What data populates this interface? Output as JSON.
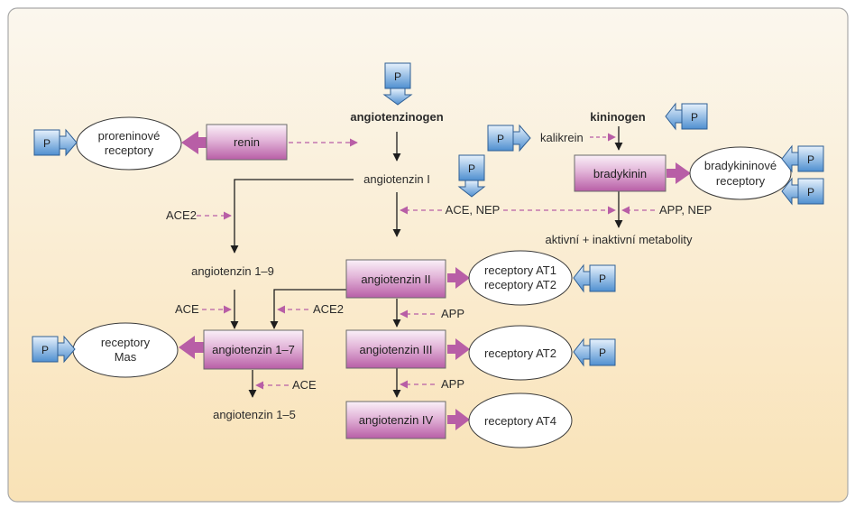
{
  "panel": {
    "background_top": "#fbf7ee",
    "background_bottom": "#f9e2b6",
    "border_color": "#a9a9a9"
  },
  "colors": {
    "enzyme_box_top": "#faf0f8",
    "enzyme_box_bottom": "#b85ea6",
    "dashed_arrow": "#b85ea6",
    "solid_arrow": "#1e1e1e",
    "thick_arrow": "#b85ea6",
    "p_box_top": "#e6f1fc",
    "p_box_bottom": "#4f8fd0"
  },
  "p_symbol": "P",
  "nodes": {
    "angiotenzinogen": "angiotenzinogen",
    "kininogen": "kininogen",
    "kalikrein": "kalikrein",
    "renin": "renin",
    "proreninove_receptory": [
      "proreninové",
      "receptory"
    ],
    "angiotenzin_i": "angiotenzin I",
    "bradykinin": "bradykinin",
    "bradykininove_receptory": [
      "bradykininové",
      "receptory"
    ],
    "ace_nep": "ACE, NEP",
    "app_nep": "APP, NEP",
    "ace2_left": "ACE2",
    "metabolity": "aktivní + inaktivní metabolity",
    "angiotenzin_1_9": "angiotenzin 1–9",
    "angiotenzin_ii": "angiotenzin II",
    "receptory_at1_at2": [
      "receptory AT1",
      "receptory AT2"
    ],
    "ace_left": "ACE",
    "ace2_mid": "ACE2",
    "app_1": "APP",
    "receptory_mas": [
      "receptory",
      "Mas"
    ],
    "angiotenzin_1_7": "angiotenzin 1–7",
    "angiotenzin_iii": "angiotenzin III",
    "receptory_at2": "receptory AT2",
    "ace_bottom": "ACE",
    "app_2": "APP",
    "angiotenzin_1_5": "angiotenzin 1–5",
    "angiotenzin_iv": "angiotenzin IV",
    "receptory_at4": "receptory AT4"
  }
}
